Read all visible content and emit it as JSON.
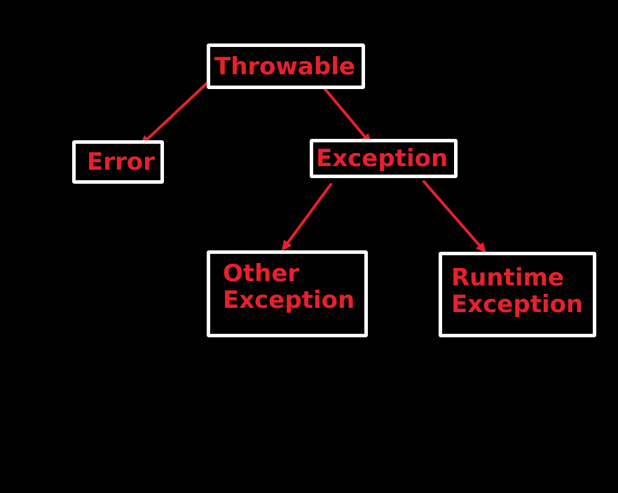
{
  "colors": {
    "background": "#000000",
    "box_border": "#ffffff",
    "text": "#e8202d",
    "arrow": "#e8202d"
  },
  "nodes": {
    "throwable": {
      "line1": "Throwable"
    },
    "error": {
      "line1": "Error"
    },
    "exception": {
      "line1": "Exception"
    },
    "other_exception": {
      "line1": "Other",
      "line2": "Exception"
    },
    "runtime_exception": {
      "line1": "Runtime",
      "line2": "Exception"
    }
  },
  "edges": [
    {
      "from": "throwable",
      "to": "error"
    },
    {
      "from": "throwable",
      "to": "exception"
    },
    {
      "from": "exception",
      "to": "other_exception"
    },
    {
      "from": "exception",
      "to": "runtime_exception"
    }
  ]
}
